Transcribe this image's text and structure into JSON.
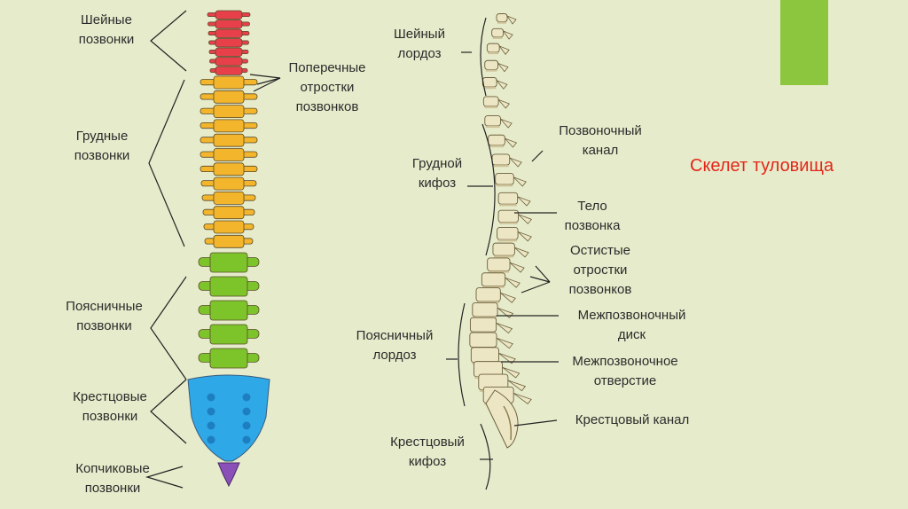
{
  "slide": {
    "title": "Скелет туловища",
    "accent_color": "#8cc63f",
    "title_color": "#e3261b",
    "background": "#e6eccb"
  },
  "left_spine": {
    "colors": {
      "cervical": "#e8404a",
      "thoracic": "#f3b52b",
      "lumbar": "#7cc42a",
      "sacral": "#2fa8e8",
      "coccyx": "#8b4fb8"
    },
    "labels": {
      "cervical": "Шейные\nпозвонки",
      "thoracic": "Грудные\nпозвонки",
      "lumbar": "Поясничные\nпозвонки",
      "sacral": "Крестцовые\nпозвонки",
      "coccyx": "Копчиковые\nпозвонки",
      "transverse": "Поперечные\nотростки\nпозвонков"
    }
  },
  "right_spine": {
    "color": "#ede6c4",
    "labels": {
      "cervical_lordosis": "Шейный\nлордоз",
      "thoracic_kyphosis": "Грудной\nкифоз",
      "lumbar_lordosis": "Поясничный\nлордоз",
      "sacral_kyphosis": "Крестцовый\nкифоз",
      "spinal_canal": "Позвоночный\nканал",
      "vertebral_body": "Тело\nпозвонка",
      "spinous_processes": "Остистые\nотростки\nпозвонков",
      "intervertebral_disc": "Межпозвоночный\nдиск",
      "intervertebral_foramen": "Межпозвоночное\nотверстие",
      "sacral_canal": "Крестцовый канал"
    }
  }
}
